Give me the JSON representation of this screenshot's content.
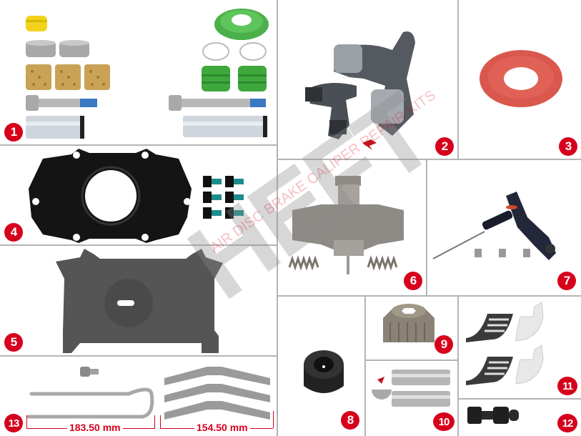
{
  "catalog": {
    "brand_watermark": "HEFT",
    "watermark_tagline": "AIR DISC BRAKE CALIPER REPAIR KITS",
    "accent_color": "#d6001c",
    "grid_line_color": "#b4b4b4"
  },
  "items": [
    {
      "number": "1",
      "name": "guide-pin-repair-kit"
    },
    {
      "number": "2",
      "name": "brake-lever-yoke"
    },
    {
      "number": "3",
      "name": "red-sealing-plate"
    },
    {
      "number": "4",
      "name": "cover-plate-with-bolts"
    },
    {
      "number": "5",
      "name": "pad-retainer-plate"
    },
    {
      "number": "6",
      "name": "adjuster-mechanism"
    },
    {
      "number": "7",
      "name": "wear-sensor"
    },
    {
      "number": "8",
      "name": "rubber-boot-cap"
    },
    {
      "number": "9",
      "name": "adjuster-gear"
    },
    {
      "number": "10",
      "name": "pins-and-half-shell"
    },
    {
      "number": "11",
      "name": "needle-bearing-shells"
    },
    {
      "number": "12",
      "name": "adjuster-bolt"
    },
    {
      "number": "13",
      "name": "pad-retainer-spring-kit"
    }
  ],
  "dimensions": {
    "retainer_bar_length": "183.50 mm",
    "spring_clip_length": "154.50 mm"
  }
}
